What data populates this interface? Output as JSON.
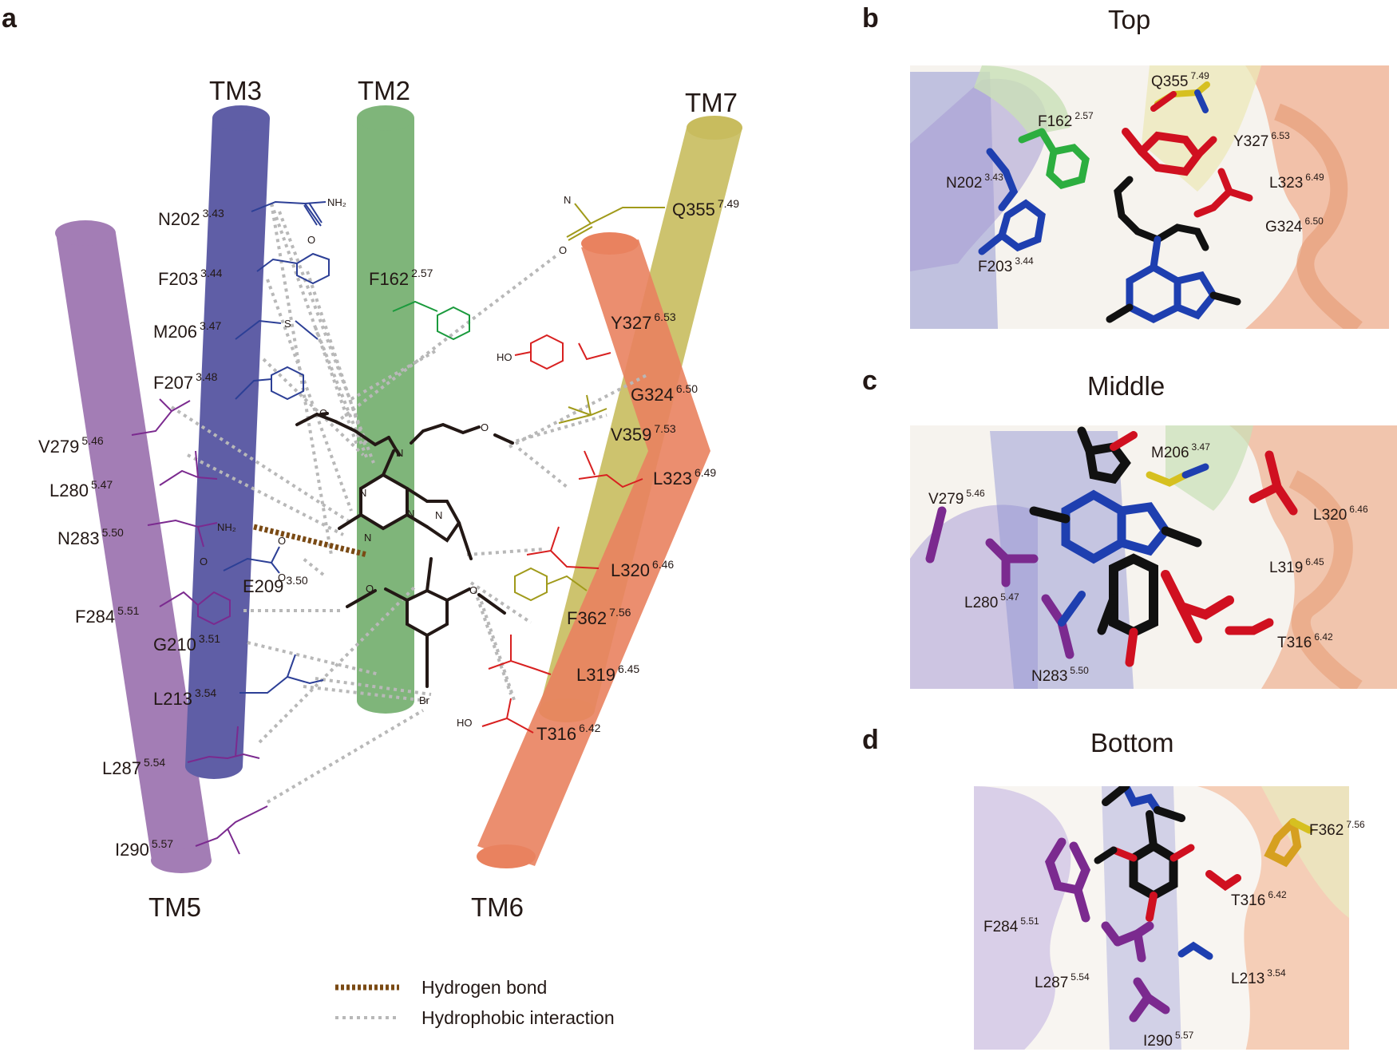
{
  "panels": {
    "a": {
      "letter": "a",
      "helices": [
        {
          "name": "TM3",
          "color": "#5f5ea6"
        },
        {
          "name": "TM2",
          "color": "#7fb57a"
        },
        {
          "name": "TM7",
          "color": "#c8bc5e"
        },
        {
          "name": "TM5",
          "color": "#a37db5"
        },
        {
          "name": "TM6",
          "color": "#e9825f"
        }
      ],
      "residues": [
        {
          "name": "N202",
          "num": "3.43"
        },
        {
          "name": "F203",
          "num": "3.44"
        },
        {
          "name": "M206",
          "num": "3.47"
        },
        {
          "name": "F207",
          "num": "3.48"
        },
        {
          "name": "V279",
          "num": "5.46"
        },
        {
          "name": "L280",
          "num": "5.47"
        },
        {
          "name": "N283",
          "num": "5.50"
        },
        {
          "name": "F284",
          "num": "5.51"
        },
        {
          "name": "G210",
          "num": "3.51"
        },
        {
          "name": "L213",
          "num": "3.54"
        },
        {
          "name": "L287",
          "num": "5.54"
        },
        {
          "name": "I290",
          "num": "5.57"
        },
        {
          "name": "E209",
          "num": "3.50"
        },
        {
          "name": "F162",
          "num": "2.57"
        },
        {
          "name": "Q355",
          "num": "7.49"
        },
        {
          "name": "Y327",
          "num": "6.53"
        },
        {
          "name": "G324",
          "num": "6.50"
        },
        {
          "name": "V359",
          "num": "7.53"
        },
        {
          "name": "L323",
          "num": "6.49"
        },
        {
          "name": "L320",
          "num": "6.46"
        },
        {
          "name": "F362",
          "num": "7.56"
        },
        {
          "name": "L319",
          "num": "6.45"
        },
        {
          "name": "T316",
          "num": "6.42"
        }
      ],
      "atoms": {
        "nh2_top": "NH₂",
        "o_top": "O",
        "s": "S",
        "n_q": "N",
        "o_q": "O",
        "ho_y": "HO",
        "nh2_n283": "NH₂",
        "o_n283": "O",
        "o_e209a": "O",
        "o_e209b": "O",
        "ho_t": "HO",
        "br": "Br",
        "n_amine": "N",
        "o_left": "O",
        "o_right": "O",
        "n_ring1": "N",
        "n_ring2": "N",
        "n_ring3": "N",
        "n_ring4": "N",
        "o_ar1": "O",
        "o_ar2": "O"
      },
      "legend": [
        {
          "label": "Hydrogen bond",
          "color": "#7a4a14",
          "style": "dashed-thick"
        },
        {
          "label": "Hydrophobic interaction",
          "color": "#b5b5b5",
          "style": "dotted"
        }
      ]
    },
    "b": {
      "letter": "b",
      "title": "Top",
      "labels": [
        {
          "name": "Q355",
          "num": "7.49"
        },
        {
          "name": "F162",
          "num": "2.57"
        },
        {
          "name": "Y327",
          "num": "6.53"
        },
        {
          "name": "N202",
          "num": "3.43"
        },
        {
          "name": "L323",
          "num": "6.49"
        },
        {
          "name": "G324",
          "num": "6.50"
        },
        {
          "name": "F203",
          "num": "3.44"
        }
      ]
    },
    "c": {
      "letter": "c",
      "title": "Middle",
      "labels": [
        {
          "name": "M206",
          "num": "3.47"
        },
        {
          "name": "V279",
          "num": "5.46"
        },
        {
          "name": "L320",
          "num": "6.46"
        },
        {
          "name": "L319",
          "num": "6.45"
        },
        {
          "name": "L280",
          "num": "5.47"
        },
        {
          "name": "T316",
          "num": "6.42"
        },
        {
          "name": "N283",
          "num": "5.50"
        }
      ]
    },
    "d": {
      "letter": "d",
      "title": "Bottom",
      "labels": [
        {
          "name": "F362",
          "num": "7.56"
        },
        {
          "name": "T316",
          "num": "6.42"
        },
        {
          "name": "F284",
          "num": "5.51"
        },
        {
          "name": "L287",
          "num": "5.54"
        },
        {
          "name": "L213",
          "num": "3.54"
        },
        {
          "name": "I290",
          "num": "5.57"
        }
      ]
    }
  }
}
